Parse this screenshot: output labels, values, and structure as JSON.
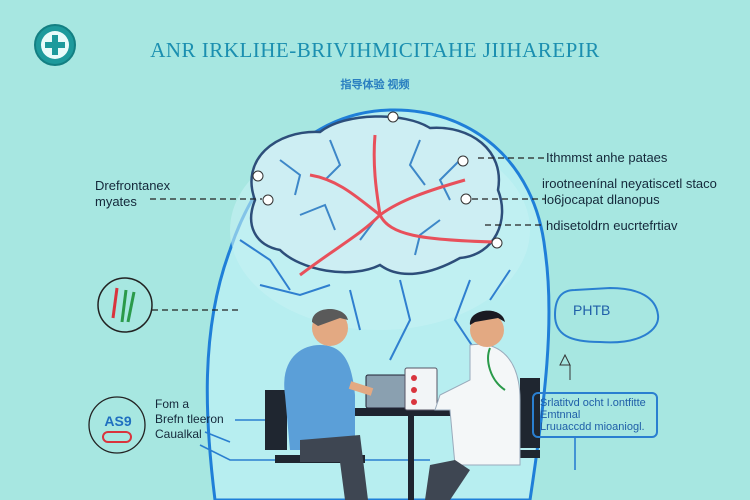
{
  "header": {
    "title": "ANR IRKLIHE-BRIVIHMICITAHE JIIHAREPIR",
    "subtitle": "指导体验 视频"
  },
  "brain_labels": {
    "left_line1": "Drefrontanex",
    "left_line2": "myates",
    "right_1": "Ithmmst anhe pataes",
    "right_2": "irootneenínal neyatiscetl staco",
    "right_3": "lo6jocapat dlanopus",
    "right_4": "hdisetoldrn eucrtefrtiav"
  },
  "bottom_left": {
    "badge_text": "AS9",
    "line1": "Fom a",
    "line2": "Brefn tleeron",
    "line3": "Caualkal"
  },
  "speech_bubble": {
    "text": "PHTB"
  },
  "info_box": {
    "line1": "Srlatitvd ocht I.ontfitte",
    "line2": "Emtnnal",
    "line3": "Lruuaccdd mioaniogl."
  },
  "colors": {
    "background": "#a7e7e1",
    "head_outline": "#1f7fd8",
    "vessels": "#e8505b",
    "brain_fill": "#cdeef3",
    "text_blue": "#1b8fb0"
  }
}
